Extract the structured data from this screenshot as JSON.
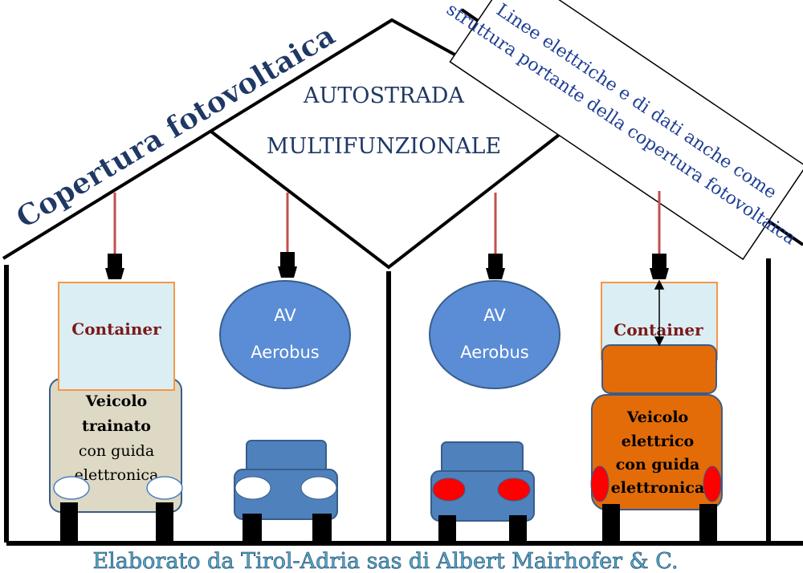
{
  "labels": {
    "roof_left": "Copertura fotovoltaica",
    "center_line1": "AUTOSTRADA",
    "center_line2": "MULTIFUNZIONALE",
    "box_line1": "Linee elettriche e di dati anche come",
    "box_line2": "struttura portante della copertura fotovoltaica",
    "footer": "Elaborato da Tirol-Adria sas di Albert Mairhofer & C."
  },
  "left_lane": {
    "container": "Container",
    "vehicle_line1": "Veicolo",
    "vehicle_line2": "trainato",
    "vehicle_line3": "con guida",
    "vehicle_line4": "elettronica"
  },
  "aerobus_left": {
    "line1": "AV",
    "line2": "Aerobus"
  },
  "aerobus_right": {
    "line1": "AV",
    "line2": "Aerobus"
  },
  "right_lane": {
    "container": "Container",
    "vehicle_line1": "Veicolo",
    "vehicle_line2": "elettrico",
    "vehicle_line3": "con guida",
    "vehicle_line4": "elettronica"
  },
  "colors": {
    "line": "#000000",
    "aerobus_blue": "#5b8dd6",
    "car_blue": "#4f81bd",
    "container_fill": "#dbeef4",
    "container_border": "#f79646",
    "trailer_fill": "#ddd9c4",
    "electric_orange": "#e36c09",
    "pole_red": "#c0504d",
    "headlight_white": "#ffffff",
    "taillight_red": "#ff0000",
    "roof_text": "#1f3864",
    "container_text": "#7b1a1a",
    "footer_text": "#4bacc6"
  }
}
